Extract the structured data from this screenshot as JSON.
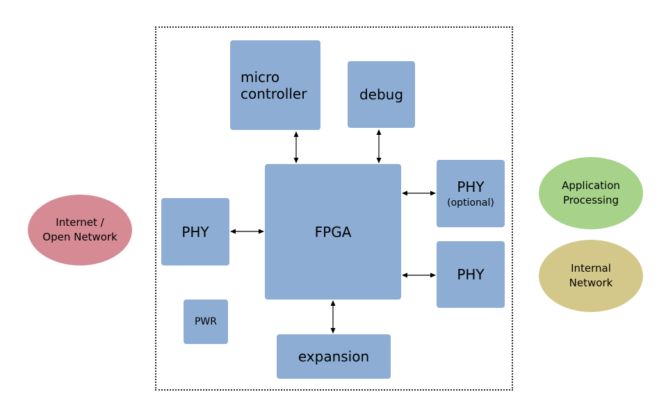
{
  "blocks": {
    "microcontroller": {
      "line1": "micro",
      "line2": "controller"
    },
    "debug": {
      "label": "debug"
    },
    "fpga": {
      "label": "FPGA"
    },
    "phy_left": {
      "label": "PHY"
    },
    "phy_optional": {
      "label": "PHY",
      "note": "(optional)"
    },
    "phy_right": {
      "label": "PHY"
    },
    "pwr": {
      "label": "PWR"
    },
    "expansion": {
      "label": "expansion"
    }
  },
  "external": {
    "internet": {
      "line1": "Internet /",
      "line2": "Open Network",
      "color": "#d58a94"
    },
    "application": {
      "line1": "Application",
      "line2": "Processing",
      "color": "#a6d28a"
    },
    "internal": {
      "line1": "Internal",
      "line2": "Network",
      "color": "#d3c88a"
    }
  },
  "colors": {
    "block": "#8dadd4",
    "arrow": "#000000"
  }
}
